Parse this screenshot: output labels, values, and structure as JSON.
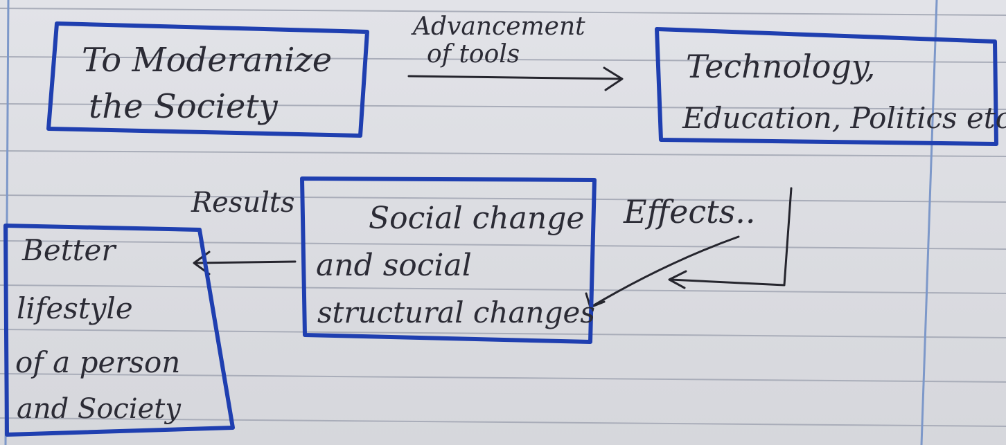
{
  "diagram": {
    "box_modernize": {
      "line1": "To Moderanize",
      "line2": "the Society"
    },
    "label_advancement": {
      "line1": "Advancement",
      "line2": "of tools"
    },
    "box_technology": {
      "line1": "Technology,",
      "line2": "Education, Politics etc"
    },
    "label_effects": "Effects..",
    "box_social_change": {
      "line1": "Social change",
      "line2": "and social",
      "line3": "structural changes"
    },
    "label_results": "Results",
    "box_better_lifestyle": {
      "line1": "Better",
      "line2": "lifestyle",
      "line3": "of a person",
      "line4": "and Society"
    }
  },
  "colors": {
    "paper": "#dcdde2",
    "box_ink": "#1f3fb0",
    "pen_ink": "#25252d",
    "ruled_line": "#a9adb9"
  }
}
